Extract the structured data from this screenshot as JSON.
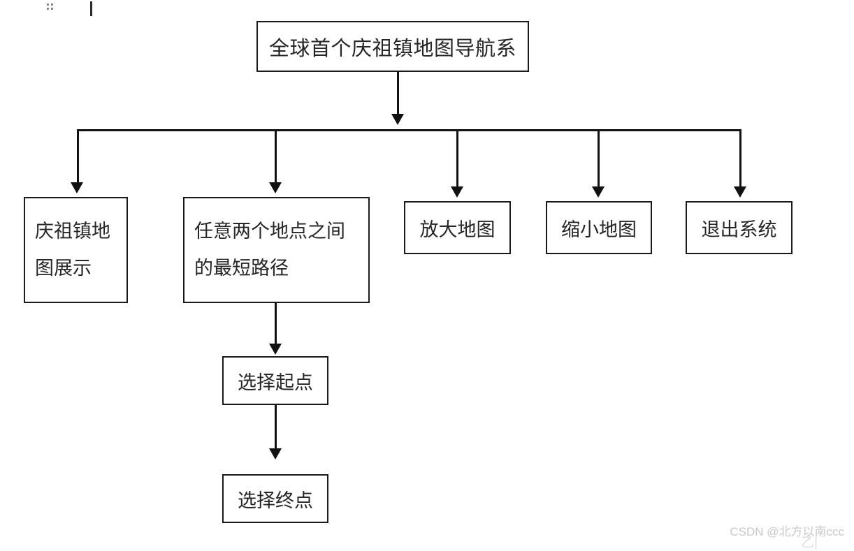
{
  "document": {
    "title_box": {
      "id": "root",
      "lines": [
        "全球首个庆祖镇地图导航系"
      ]
    },
    "handle_icon": "drag-handle-dots-icon",
    "caret": "text-cursor-caret"
  },
  "nodes": [
    {
      "id": "display",
      "name": "node-map-display",
      "lines": [
        "庆祖镇地",
        "图展示"
      ],
      "text": "庆祖镇地图展示"
    },
    {
      "id": "shortest",
      "name": "node-shortest-path",
      "lines": [
        "任意两个地点之间",
        "的最短路径"
      ],
      "text": "任意两个地点之间的最短路径"
    },
    {
      "id": "zoomin",
      "name": "node-zoom-in-map",
      "lines": [
        "放大地图"
      ],
      "text": "放大地图"
    },
    {
      "id": "zoomout",
      "name": "node-zoom-out-map",
      "lines": [
        "缩小地图"
      ],
      "text": "缩小地图"
    },
    {
      "id": "exit",
      "name": "node-exit-system",
      "lines": [
        "退出系统"
      ],
      "text": "退出系统"
    },
    {
      "id": "start",
      "name": "node-select-start-point",
      "lines": [
        "选择起点"
      ],
      "text": "选择起点"
    },
    {
      "id": "end",
      "name": "node-select-end-point",
      "lines": [
        "选择终点"
      ],
      "text": "选择终点"
    }
  ],
  "edges": [
    {
      "from": "root",
      "to": "bus",
      "arrow": true
    },
    {
      "from": "bus",
      "to": "display",
      "arrow": true
    },
    {
      "from": "bus",
      "to": "shortest",
      "arrow": true
    },
    {
      "from": "bus",
      "to": "zoomin",
      "arrow": true
    },
    {
      "from": "bus",
      "to": "zoomout",
      "arrow": true
    },
    {
      "from": "bus",
      "to": "exit",
      "arrow": true
    },
    {
      "from": "shortest",
      "to": "start",
      "arrow": true
    },
    {
      "from": "start",
      "to": "end",
      "arrow": true
    }
  ],
  "watermark": {
    "text": "CSDN @北方以南ccc",
    "ghost": "乙|"
  },
  "colors": {
    "stroke": "#111111",
    "box_border": "#1a1a1a",
    "text": "#262626",
    "background": "#ffffff",
    "watermark": "#c9c9c9"
  }
}
